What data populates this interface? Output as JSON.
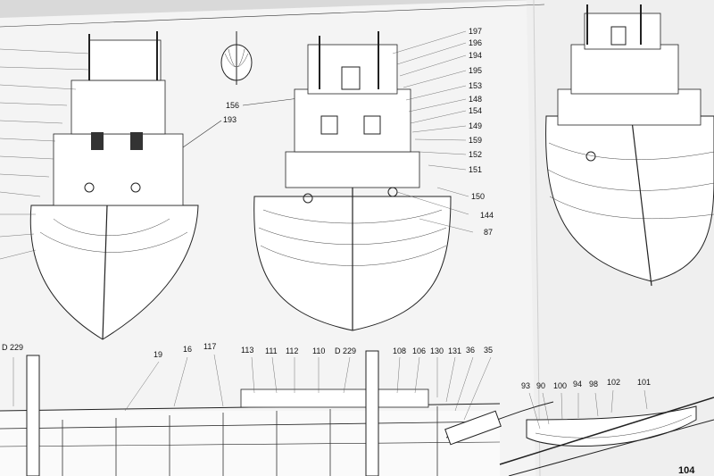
{
  "sheet": {
    "page_number": "104",
    "view1_callouts": [
      "156",
      "193"
    ],
    "view2_callouts": [
      "197",
      "196",
      "194",
      "195",
      "153",
      "148",
      "154",
      "149",
      "159",
      "152",
      "151",
      "150",
      "144",
      "87"
    ],
    "bottom_callouts": [
      "D 229",
      "19",
      "16",
      "117",
      "113",
      "111",
      "112",
      "110",
      "D 229",
      "108",
      "106",
      "130",
      "131",
      "36",
      "35"
    ],
    "boat_callouts": [
      "93",
      "90",
      "100",
      "94",
      "98",
      "102",
      "101"
    ]
  }
}
